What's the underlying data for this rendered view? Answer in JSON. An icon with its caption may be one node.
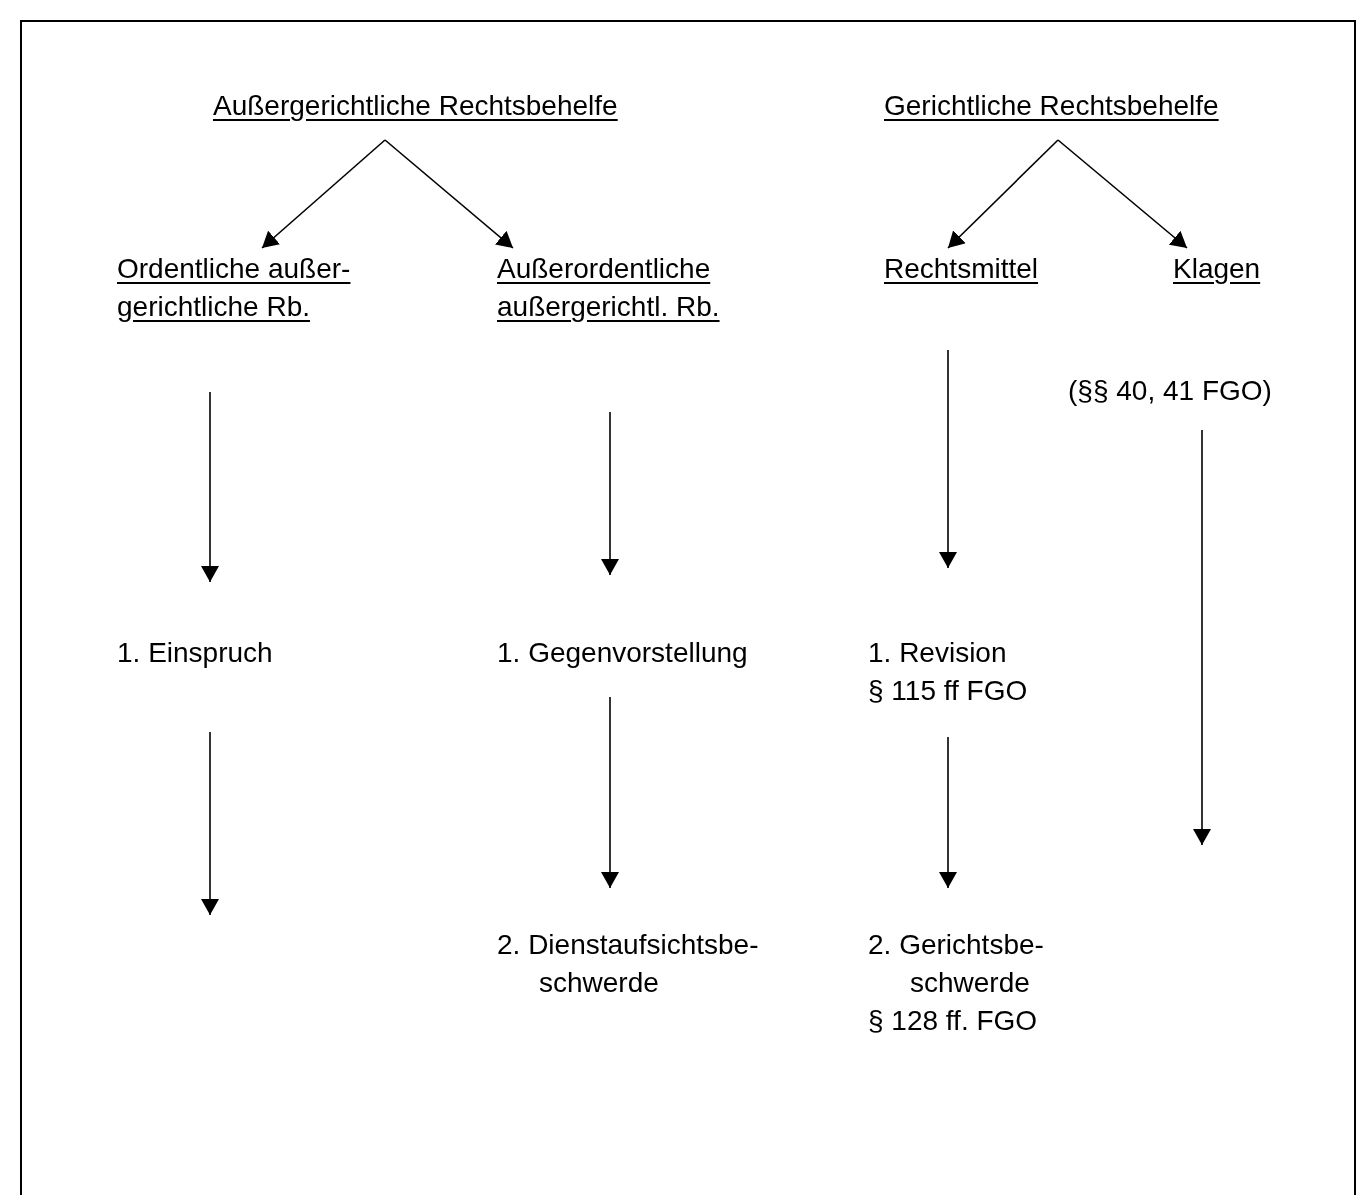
{
  "diagram": {
    "nodes": [
      {
        "text": [
          "Außergerichtliche Rechtsbehelfe"
        ]
      },
      {
        "text": [
          "Gerichtliche Rechtsbehelfe"
        ]
      },
      {
        "text": [
          "Ordentliche außer- gerichtliche Rb."
        ]
      },
      {
        "text": [
          "Außerordentliche außergerichtl. Rb."
        ]
      },
      {
        "text": [
          "Rechtsmittel"
        ]
      },
      {
        "text": [
          "Klagen"
        ],
        "beside": [
          "(§§ 40, 41 FGO)"
        ]
      },
      {
        "text": [
          "1. Einspruch"
        ]
      },
      {
        "text": [
          "1. Gegenvorstellung"
        ]
      },
      {
        "text": [
          "2. Dienstaufsichtsbe- schwerde"
        ]
      },
      {
        "text": [
          "1. Revision",
          "§ 115 ff FGO"
        ]
      },
      {
        "text": [
          "2. Gerichtsbe- schwerde",
          "§ 128 ff. FGO"
        ]
      }
    ],
    "edges": [
      {
        "from": 0,
        "to": 2,
        "arrow": "to"
      },
      {
        "from": 0,
        "to": 3,
        "arrow": "to"
      },
      {
        "from": 1,
        "to": 4,
        "arrow": "to"
      },
      {
        "from": 1,
        "to": 5,
        "arrow": "to"
      },
      {
        "from": 2,
        "to": 6,
        "arrow": "to"
      },
      {
        "from": 6,
        "to": null,
        "arrow": "to"
      },
      {
        "from": 3,
        "to": 7,
        "arrow": "to"
      },
      {
        "from": 7,
        "to": 8,
        "arrow": "to"
      },
      {
        "from": 4,
        "to": 9,
        "arrow": "to"
      },
      {
        "from": 9,
        "to": 10,
        "arrow": "to"
      },
      {
        "from": 5,
        "to": null,
        "arrow": "to"
      }
    ]
  }
}
